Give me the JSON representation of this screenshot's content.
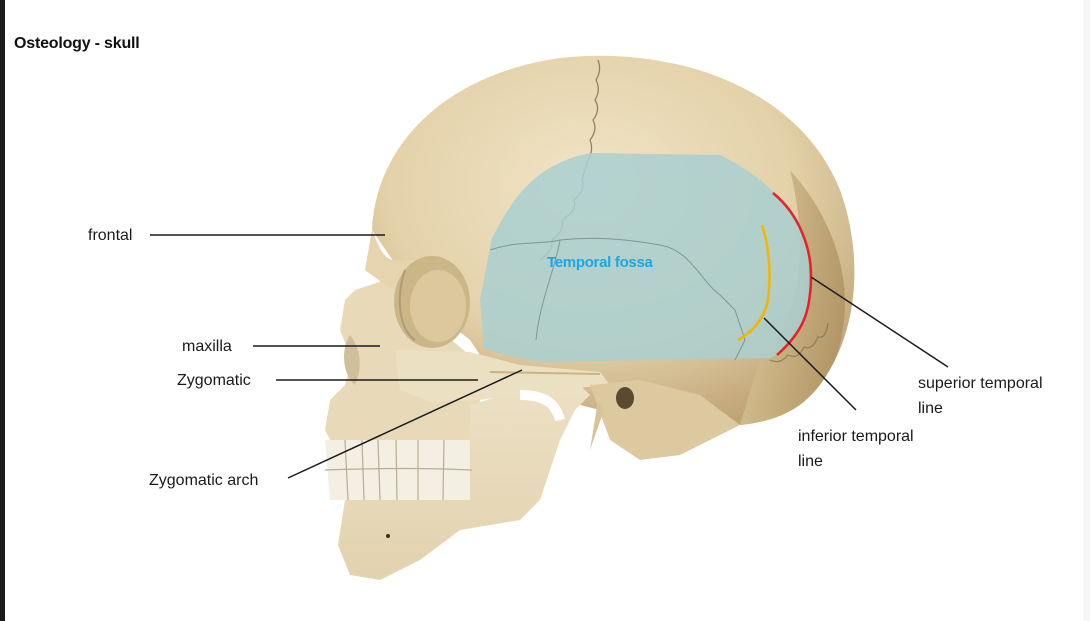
{
  "title": "Osteology - skull",
  "colors": {
    "bone": "#e6d6b2",
    "bone_shadow": "#c9b488",
    "fossa_overlay": "#a9cfd0",
    "fossa_label": "#1aa7e6",
    "superior_line": "#e8202a",
    "inferior_line": "#f5b400",
    "leader": "#1a1a1a"
  },
  "labels": {
    "frontal": "frontal",
    "maxilla": "maxilla",
    "zygomatic": "Zygomatic",
    "zygomatic_arch": "Zygomatic arch",
    "temporal_fossa": "Temporal fossa",
    "superior_temporal_line_1": "superior temporal",
    "superior_temporal_line_2": "line",
    "inferior_temporal_line_1": "inferior temporal",
    "inferior_temporal_line_2": "line"
  }
}
